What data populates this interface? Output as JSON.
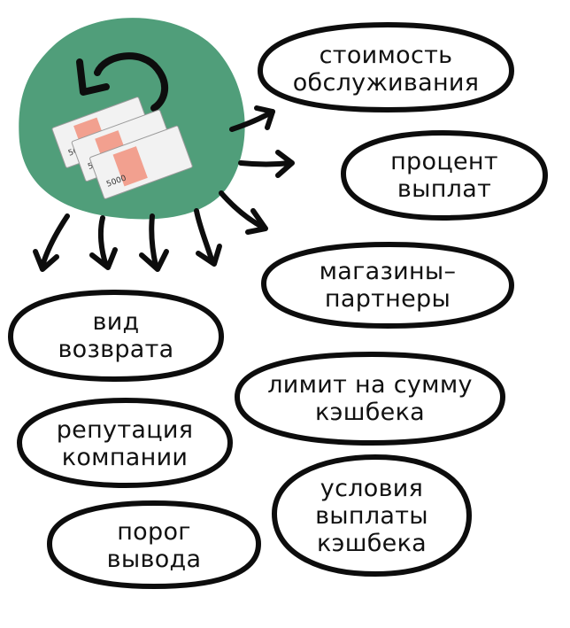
{
  "colors": {
    "blob": "#509E7A",
    "ink": "#0d0d0d",
    "note": "#f2f2f2",
    "note_accent": "#f2a08f"
  },
  "icons": {
    "center": "money-cycle-icon",
    "note_denomination": "5000"
  },
  "nodes": [
    {
      "id": "service_cost",
      "label": "стоимость\nобслуживания"
    },
    {
      "id": "payout_percent",
      "label": "процент\nвыплат"
    },
    {
      "id": "partner_stores",
      "label": "магазины–\nпартнеры"
    },
    {
      "id": "cashback_limit",
      "label": "лимит на сумму\nкэшбека"
    },
    {
      "id": "cashback_conditions",
      "label": "условия\nвыплаты\nкэшбека"
    },
    {
      "id": "return_type",
      "label": "вид\nвозврата"
    },
    {
      "id": "company_reputation",
      "label": "репутация\nкомпании"
    },
    {
      "id": "withdrawal_threshold",
      "label": "порог\nвывода"
    }
  ]
}
